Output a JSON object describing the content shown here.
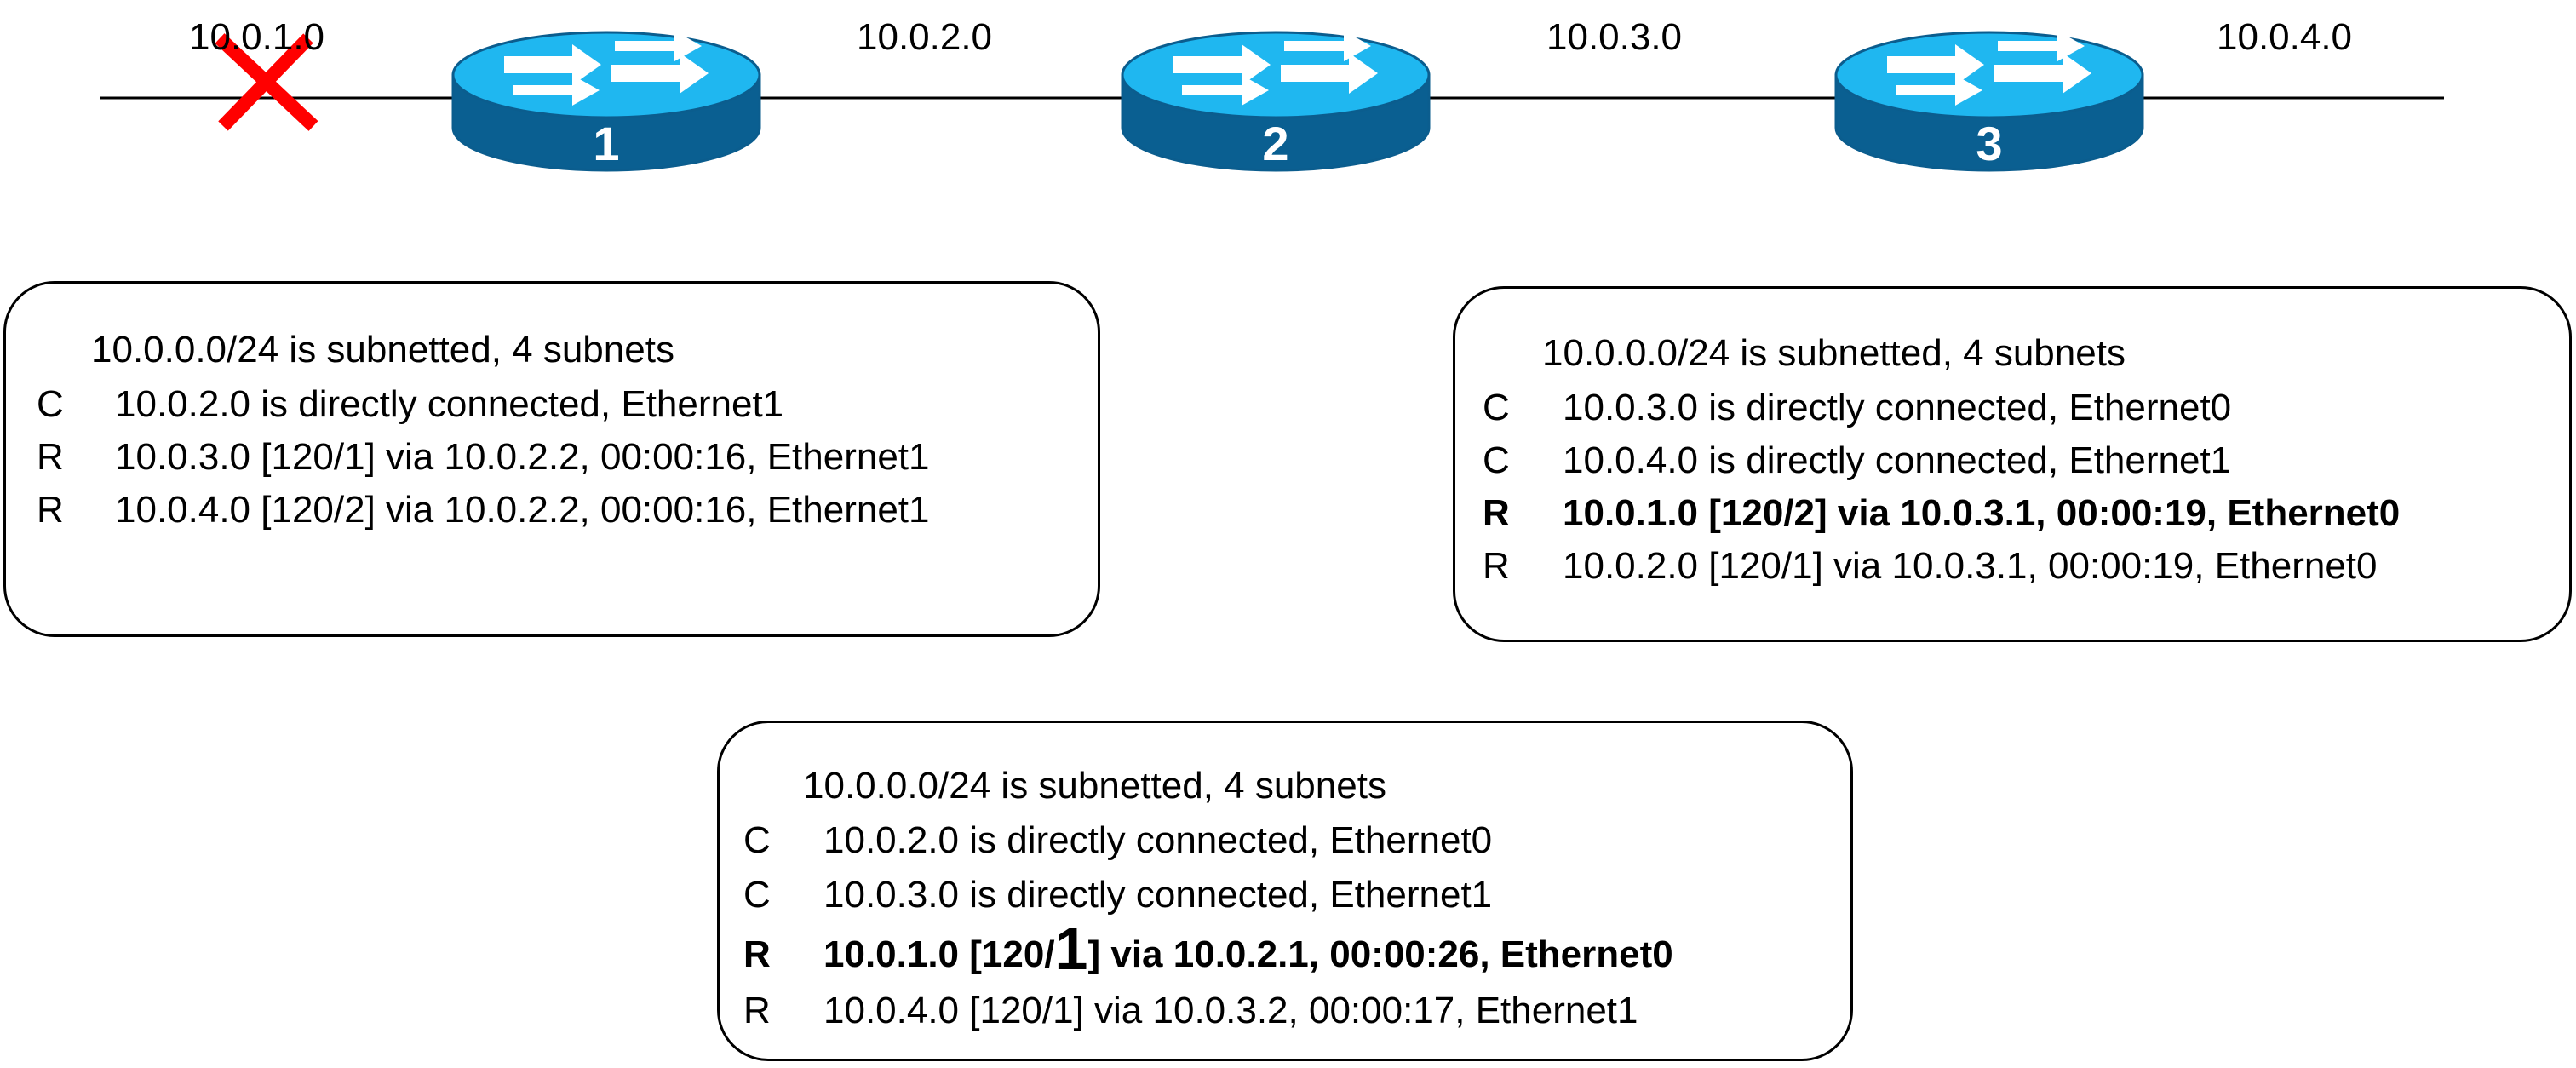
{
  "networks": [
    {
      "id": "net1",
      "label": "10.0.1.0",
      "failed": true
    },
    {
      "id": "net2",
      "label": "10.0.2.0"
    },
    {
      "id": "net3",
      "label": "10.0.3.0"
    },
    {
      "id": "net4",
      "label": "10.0.4.0"
    }
  ],
  "routers": [
    {
      "label": "1"
    },
    {
      "label": "2"
    },
    {
      "label": "3"
    }
  ],
  "colors": {
    "router_top": "#1fb7f0",
    "router_side": "#0a5f91",
    "router_edge": "#0b5d8e",
    "arrows": "#ffffff",
    "failure_mark": "#ff0000"
  },
  "tables": {
    "router1": {
      "header": "10.0.0.0/24 is subnetted, 4 subnets",
      "rows": [
        {
          "code": "C",
          "entry": "10.0.2.0 is directly connected, Ethernet1"
        },
        {
          "code": "R",
          "entry": "10.0.3.0 [120/1] via 10.0.2.2, 00:00:16, Ethernet1"
        },
        {
          "code": "R",
          "entry": "10.0.4.0 [120/2] via 10.0.2.2, 00:00:16, Ethernet1"
        }
      ]
    },
    "router3": {
      "header": "10.0.0.0/24 is subnetted, 4 subnets",
      "rows": [
        {
          "code": "C",
          "entry": "10.0.3.0 is directly connected, Ethernet0"
        },
        {
          "code": "C",
          "entry": "10.0.4.0 is directly connected, Ethernet1"
        },
        {
          "code": "R",
          "entry": "10.0.1.0 [120/2] via 10.0.3.1, 00:00:19, Ethernet0",
          "bold": true
        },
        {
          "code": "R",
          "entry": "10.0.2.0 [120/1] via 10.0.3.1, 00:00:19, Ethernet0"
        }
      ]
    },
    "router2": {
      "header": "10.0.0.0/24 is subnetted, 4 subnets",
      "rows": [
        {
          "code": "C",
          "entry": "10.0.2.0 is directly connected, Ethernet0"
        },
        {
          "code": "C",
          "entry": "10.0.3.0 is directly connected, Ethernet1"
        },
        {
          "code": "R",
          "entry_prefix": "10.0.1.0 [120/",
          "entry_emph": "1",
          "entry_suffix": "] via 10.0.2.1, 00:00:26, Ethernet0",
          "bold": true
        },
        {
          "code": "R",
          "entry": "10.0.4.0 [120/1] via 10.0.3.2, 00:00:17, Ethernet1"
        }
      ]
    }
  }
}
